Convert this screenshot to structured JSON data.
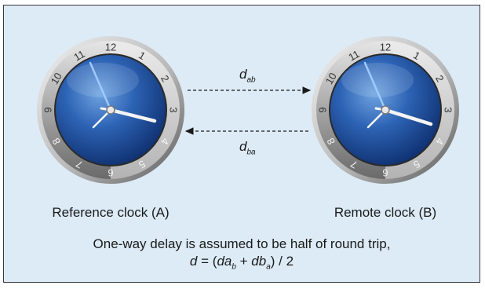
{
  "clock_a": {
    "label": "Reference clock (A)",
    "numerals": [
      "12",
      "1",
      "2",
      "3",
      "4",
      "5",
      "6",
      "7",
      "8",
      "9",
      "10",
      "11"
    ]
  },
  "clock_b": {
    "label": "Remote clock (B)",
    "numerals": [
      "12",
      "1",
      "2",
      "3",
      "4",
      "5",
      "6",
      "7",
      "8",
      "9",
      "10",
      "11"
    ]
  },
  "delays": {
    "forward": {
      "var": "d",
      "sub": "ab"
    },
    "backward": {
      "var": "d",
      "sub": "ba"
    }
  },
  "caption": {
    "line1": "One-way delay is assumed to be half of round trip,",
    "line2_parts": {
      "d": "d",
      "eq": " = (",
      "da": "da",
      "da_sub": "b",
      "plus": " + ",
      "db": "db",
      "db_sub": "a",
      "tail": ") / 2"
    }
  },
  "colors": {
    "panel_bg": "#dcebf6",
    "dial_blue": "#1f4f9c",
    "bezel": "#c8c8c8",
    "arrow": "#1a1a1a"
  }
}
